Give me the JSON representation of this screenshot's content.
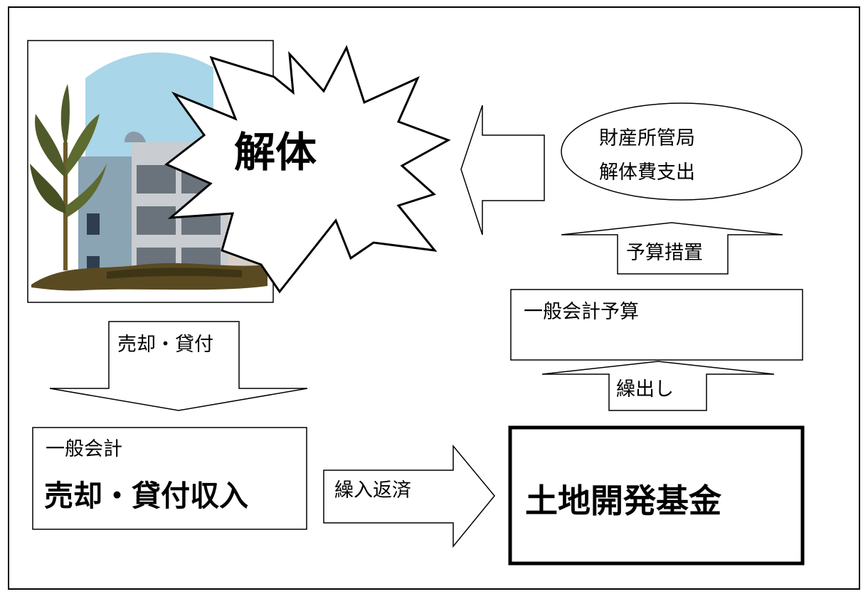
{
  "burst_label": "解体",
  "ellipse_lines": [
    "財産所管局",
    "解体費支出"
  ],
  "budget_measure_label": "予算措置",
  "general_budget_label": "一般会計予算",
  "transfer_out_label": "繰出し",
  "sale_loan_label": "売却・貸付",
  "general_account_label": "一般会計",
  "revenue_label": "売却・貸付収入",
  "repayment_label": "繰入返済",
  "fund_label": "土地開発基金",
  "colors": {
    "line": "#000000",
    "sky": "#a9d6e8",
    "building": "#8aa4b3",
    "foliage": "#4f5a2a"
  }
}
